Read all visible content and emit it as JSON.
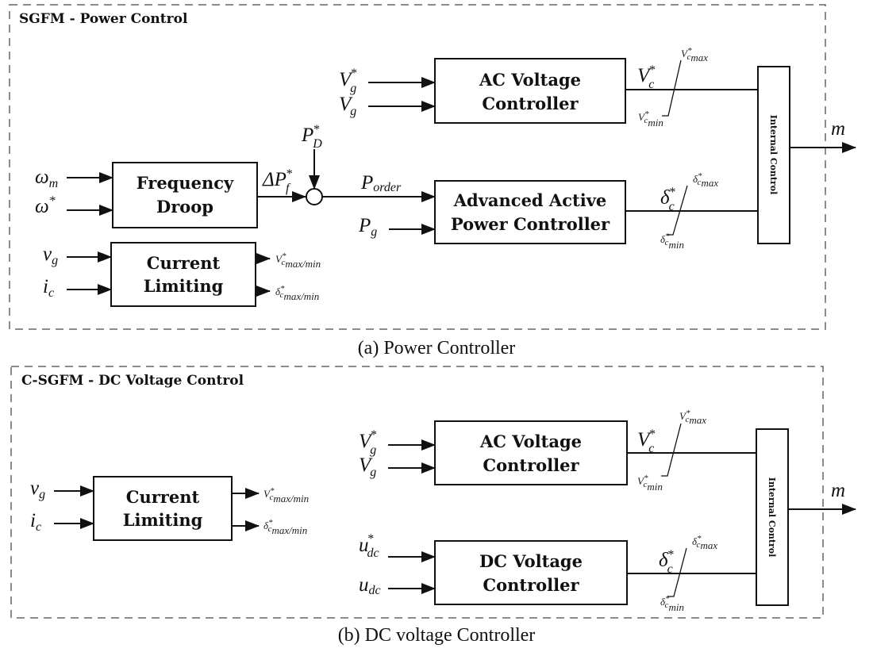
{
  "panel_a": {
    "title": "SGFM - Power Control",
    "caption": "(a) Power Controller",
    "blocks": {
      "ac_voltage": [
        "AC Voltage",
        "Controller"
      ],
      "freq_droop": [
        "Frequency",
        "Droop"
      ],
      "current_limiting": [
        "Current",
        "Limiting"
      ],
      "active_power": [
        "Advanced Active",
        "Power Controller"
      ],
      "internal_control": "Internal Control"
    },
    "signals": {
      "vg_ref": {
        "base": "V",
        "sub": "g",
        "sup": "*"
      },
      "vg": {
        "base": "V",
        "sub": "g"
      },
      "omega_m": {
        "base": "ω",
        "sub": "m"
      },
      "omega_ref": {
        "base": "ω",
        "sup": "*"
      },
      "v_g": {
        "base": "v",
        "sub": "g"
      },
      "i_c": {
        "base": "i",
        "sub": "c"
      },
      "delta_pf": {
        "base": "ΔP",
        "sub": "f",
        "sup": "*"
      },
      "pd_ref": {
        "base": "P",
        "sub": "D",
        "sup": "*"
      },
      "p_order": {
        "base": "P",
        "sub": "order"
      },
      "p_g": {
        "base": "P",
        "sub": "g"
      },
      "vc_ref": {
        "base": "V",
        "sub": "c",
        "sup": "*"
      },
      "deltac_ref": {
        "base": "δ",
        "sub": "c",
        "sup": "*"
      },
      "vc_max": "V*c max",
      "vc_min": "V*c min",
      "dc_max": "δ*c max",
      "dc_min": "δ*c min",
      "vc_lim_out": "V*c max/min",
      "dc_lim_out": "δ*c max/min",
      "m": "m"
    }
  },
  "panel_b": {
    "title": "C-SGFM - DC Voltage Control",
    "caption": "(b) DC voltage Controller",
    "blocks": {
      "current_limiting": [
        "Current",
        "Limiting"
      ],
      "ac_voltage": [
        "AC Voltage",
        "Controller"
      ],
      "dc_voltage": [
        "DC Voltage",
        "Controller"
      ],
      "internal_control": "Internal Control"
    },
    "signals": {
      "v_g": {
        "base": "v",
        "sub": "g"
      },
      "i_c": {
        "base": "i",
        "sub": "c"
      },
      "vg_ref": {
        "base": "V",
        "sub": "g",
        "sup": "*"
      },
      "vg": {
        "base": "V",
        "sub": "g"
      },
      "udc_ref": {
        "base": "u",
        "sub": "dc",
        "sup": "*"
      },
      "udc": {
        "base": "u",
        "sub": "dc"
      },
      "vc_ref": {
        "base": "V",
        "sub": "c",
        "sup": "*"
      },
      "deltac_ref": {
        "base": "δ",
        "sub": "c",
        "sup": "*"
      },
      "m": "m"
    }
  },
  "labels": {
    "star": "*",
    "max": "max",
    "min": "min",
    "maxmin": "max/min",
    "V": "V",
    "c": "c",
    "delta": "δ"
  }
}
